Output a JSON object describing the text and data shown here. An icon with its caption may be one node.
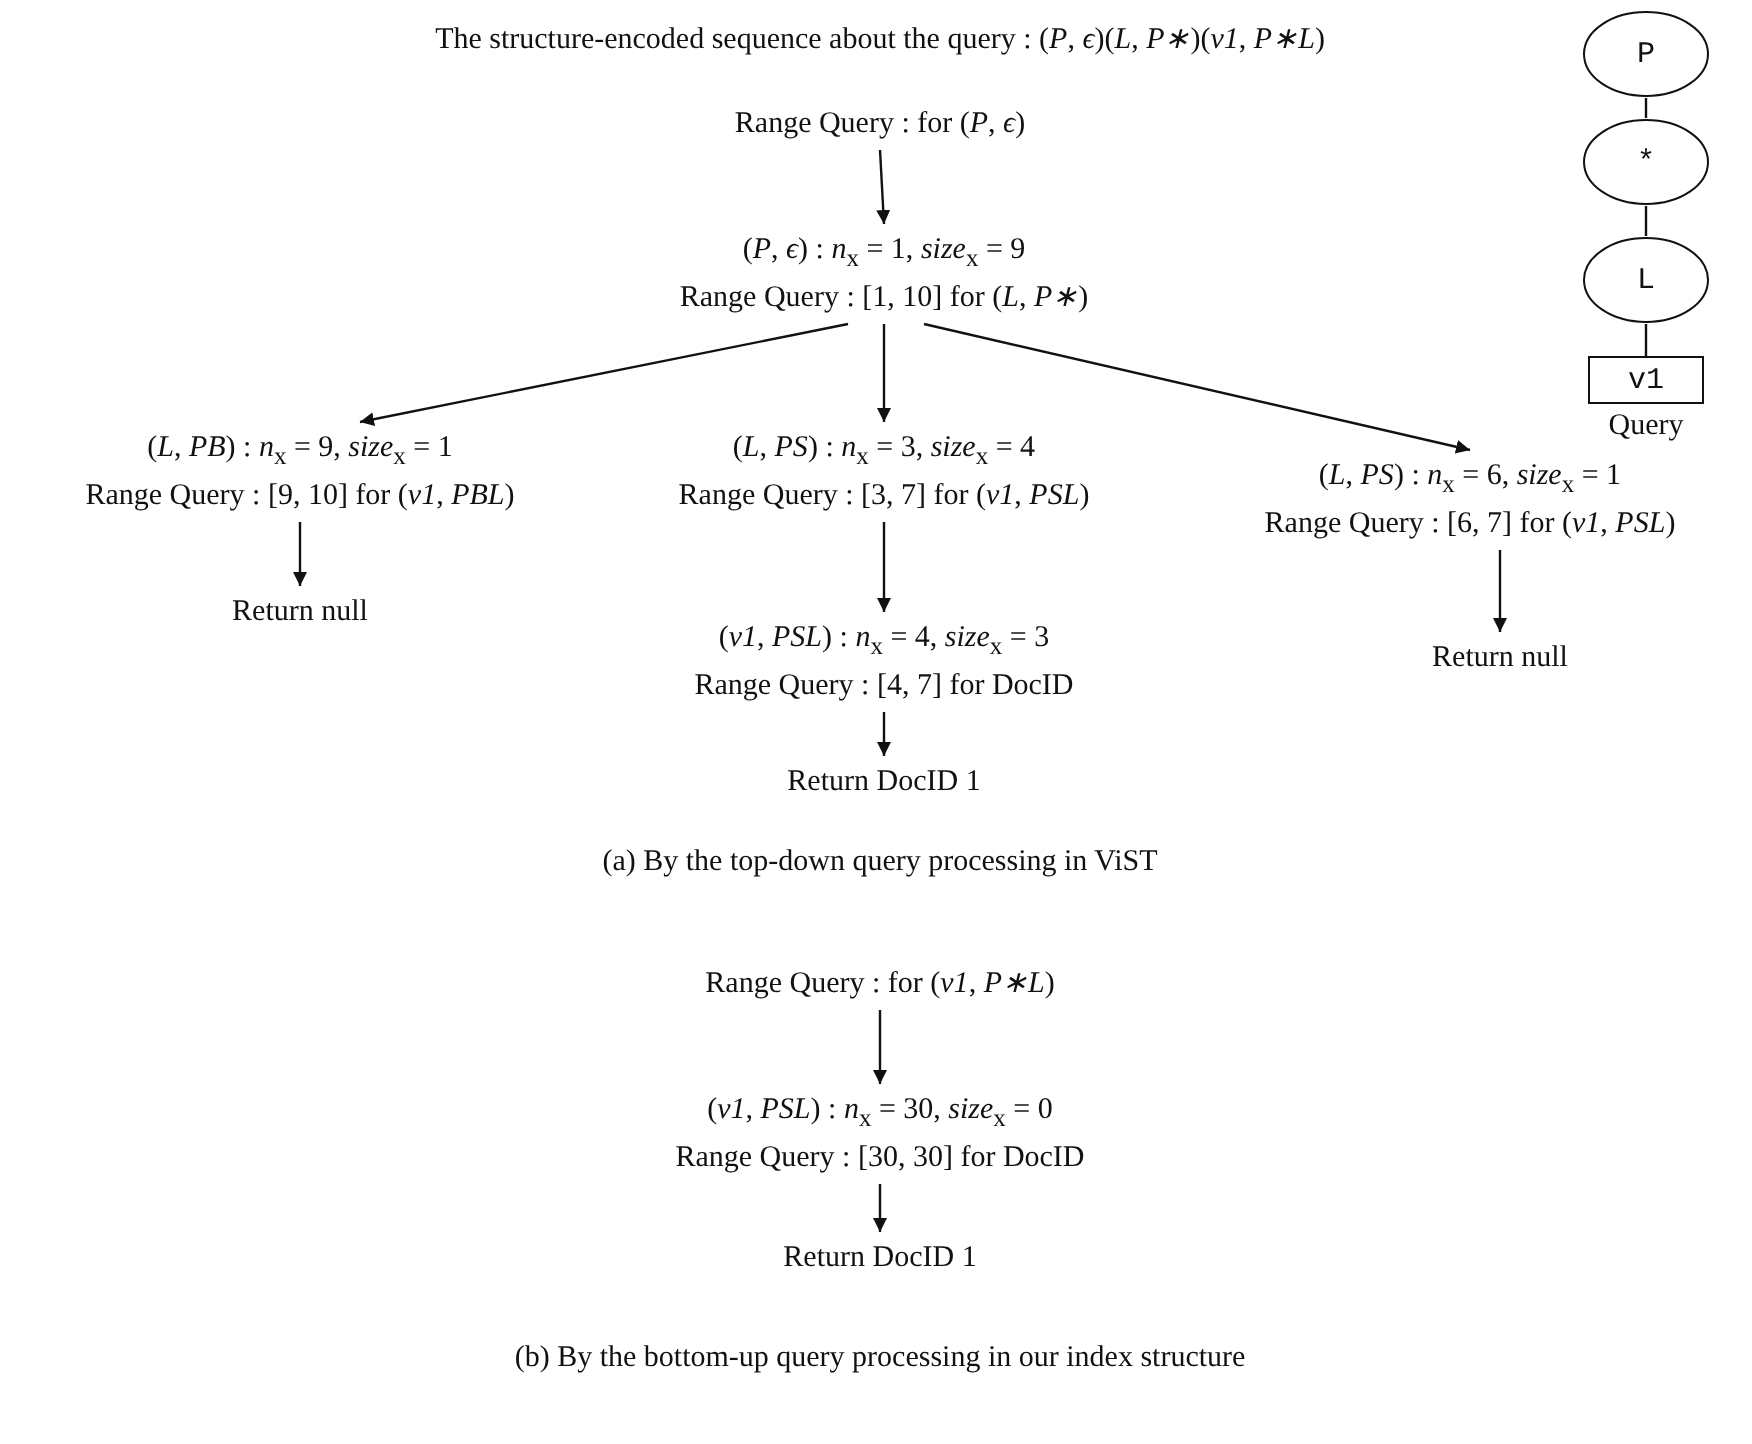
{
  "diagram": {
    "nodes": [
      {
        "text": [
          "Range Query : for (*P*, *ϵ*)"
        ]
      },
      {
        "text": [
          "(*P*, *ϵ*) : *n*$_{x}$ = 1, *size*$_{x}$ = 9",
          "Range Query : [1, 10] for (*L*, *P∗*)"
        ]
      },
      {
        "text": [
          "(*L*, *PB*) : *n*$_{x}$ = 9, *size*$_{x}$ = 1",
          "Range Query : [9, 10] for (*v1*, *PBL*)"
        ]
      },
      {
        "text": [
          "(*L*, *PS*) : *n*$_{x}$ = 3, *size*$_{x}$ = 4",
          "Range Query : [3, 7] for (*v1*, *PSL*)"
        ]
      },
      {
        "text": [
          "(*L*, *PS*) : *n*$_{x}$ = 6, *size*$_{x}$ = 1",
          "Range Query : [6, 7] for (*v1*, *PSL*)"
        ]
      },
      {
        "text": [
          "Return null"
        ]
      },
      {
        "text": [
          "(*v1*, *PSL*) : *n*$_{x}$ = 4, *size*$_{x}$ = 3",
          "Range Query : [4, 7] for DocID"
        ]
      },
      {
        "text": [
          "Return DocID 1"
        ]
      },
      {
        "text": [
          "Return null"
        ]
      },
      {
        "text": [
          "P"
        ]
      },
      {
        "text": [
          "*"
        ]
      },
      {
        "text": [
          "L"
        ]
      },
      {
        "text": [
          "v1"
        ],
        "beside": [
          "Query"
        ]
      },
      {
        "text": [
          "Range Query : for (*v1*, *P∗L*)"
        ]
      },
      {
        "text": [
          "(*v1*, *PSL*) : *n*$_{x}$ = 30, *size*$_{x}$ = 0",
          "Range Query : [30, 30] for DocID"
        ]
      },
      {
        "text": [
          "Return DocID 1"
        ]
      }
    ],
    "edges": [
      {
        "from": 0,
        "to": 1,
        "arrow": "to"
      },
      {
        "from": 1,
        "to": 2,
        "arrow": "to"
      },
      {
        "from": 1,
        "to": 3,
        "arrow": "to"
      },
      {
        "from": 1,
        "to": 4,
        "arrow": "to"
      },
      {
        "from": 2,
        "to": 5,
        "arrow": "to"
      },
      {
        "from": 3,
        "to": 6,
        "arrow": "to"
      },
      {
        "from": 4,
        "to": 8,
        "arrow": "to"
      },
      {
        "from": 6,
        "to": 7,
        "arrow": "to"
      },
      {
        "from": 9,
        "to": 10,
        "arrow": "none"
      },
      {
        "from": 10,
        "to": 11,
        "arrow": "none"
      },
      {
        "from": 11,
        "to": 12,
        "arrow": "none"
      },
      {
        "from": 13,
        "to": 14,
        "arrow": "to"
      },
      {
        "from": 14,
        "to": 15,
        "arrow": "to"
      }
    ],
    "labels": [
      "The structure-encoded sequence about the query : (*P*, *ϵ*)(*L*, *P∗*)(*v1*, *P∗L*)",
      "(a) By the top-down query processing in ViST",
      "(b) By the bottom-up query processing in our index structure"
    ]
  }
}
